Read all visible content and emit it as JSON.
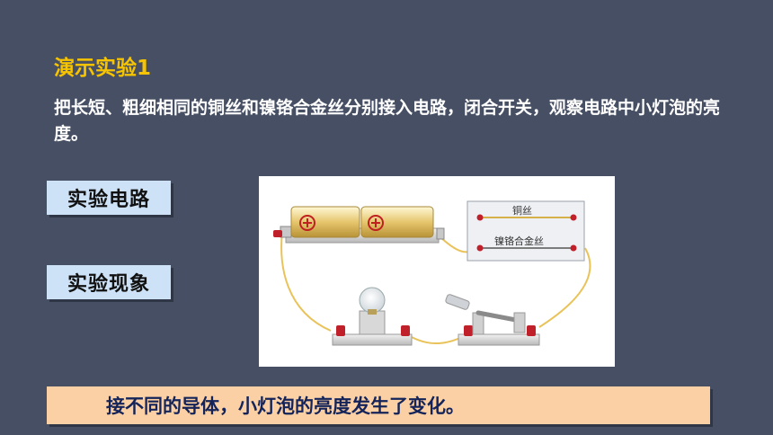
{
  "heading": "演示实验1",
  "description": "把长短、粗细相同的铜丝和镍铬合金丝分别接入电路，闭合开关，观察电路中小灯泡的亮度。",
  "tags": {
    "circuit": "实验电路",
    "phenomenon": "实验现象"
  },
  "diagram": {
    "wire_copper": "铜丝",
    "wire_nichrome": "镍铬合金丝"
  },
  "conclusion": "接不同的导体，小灯泡的亮度发生了变化。",
  "colors": {
    "background": "#464f63",
    "heading": "#f6c400",
    "tag_bg": "#cde2f6",
    "conclusion_bg": "#fad0a4",
    "conclusion_text": "#14245a"
  }
}
